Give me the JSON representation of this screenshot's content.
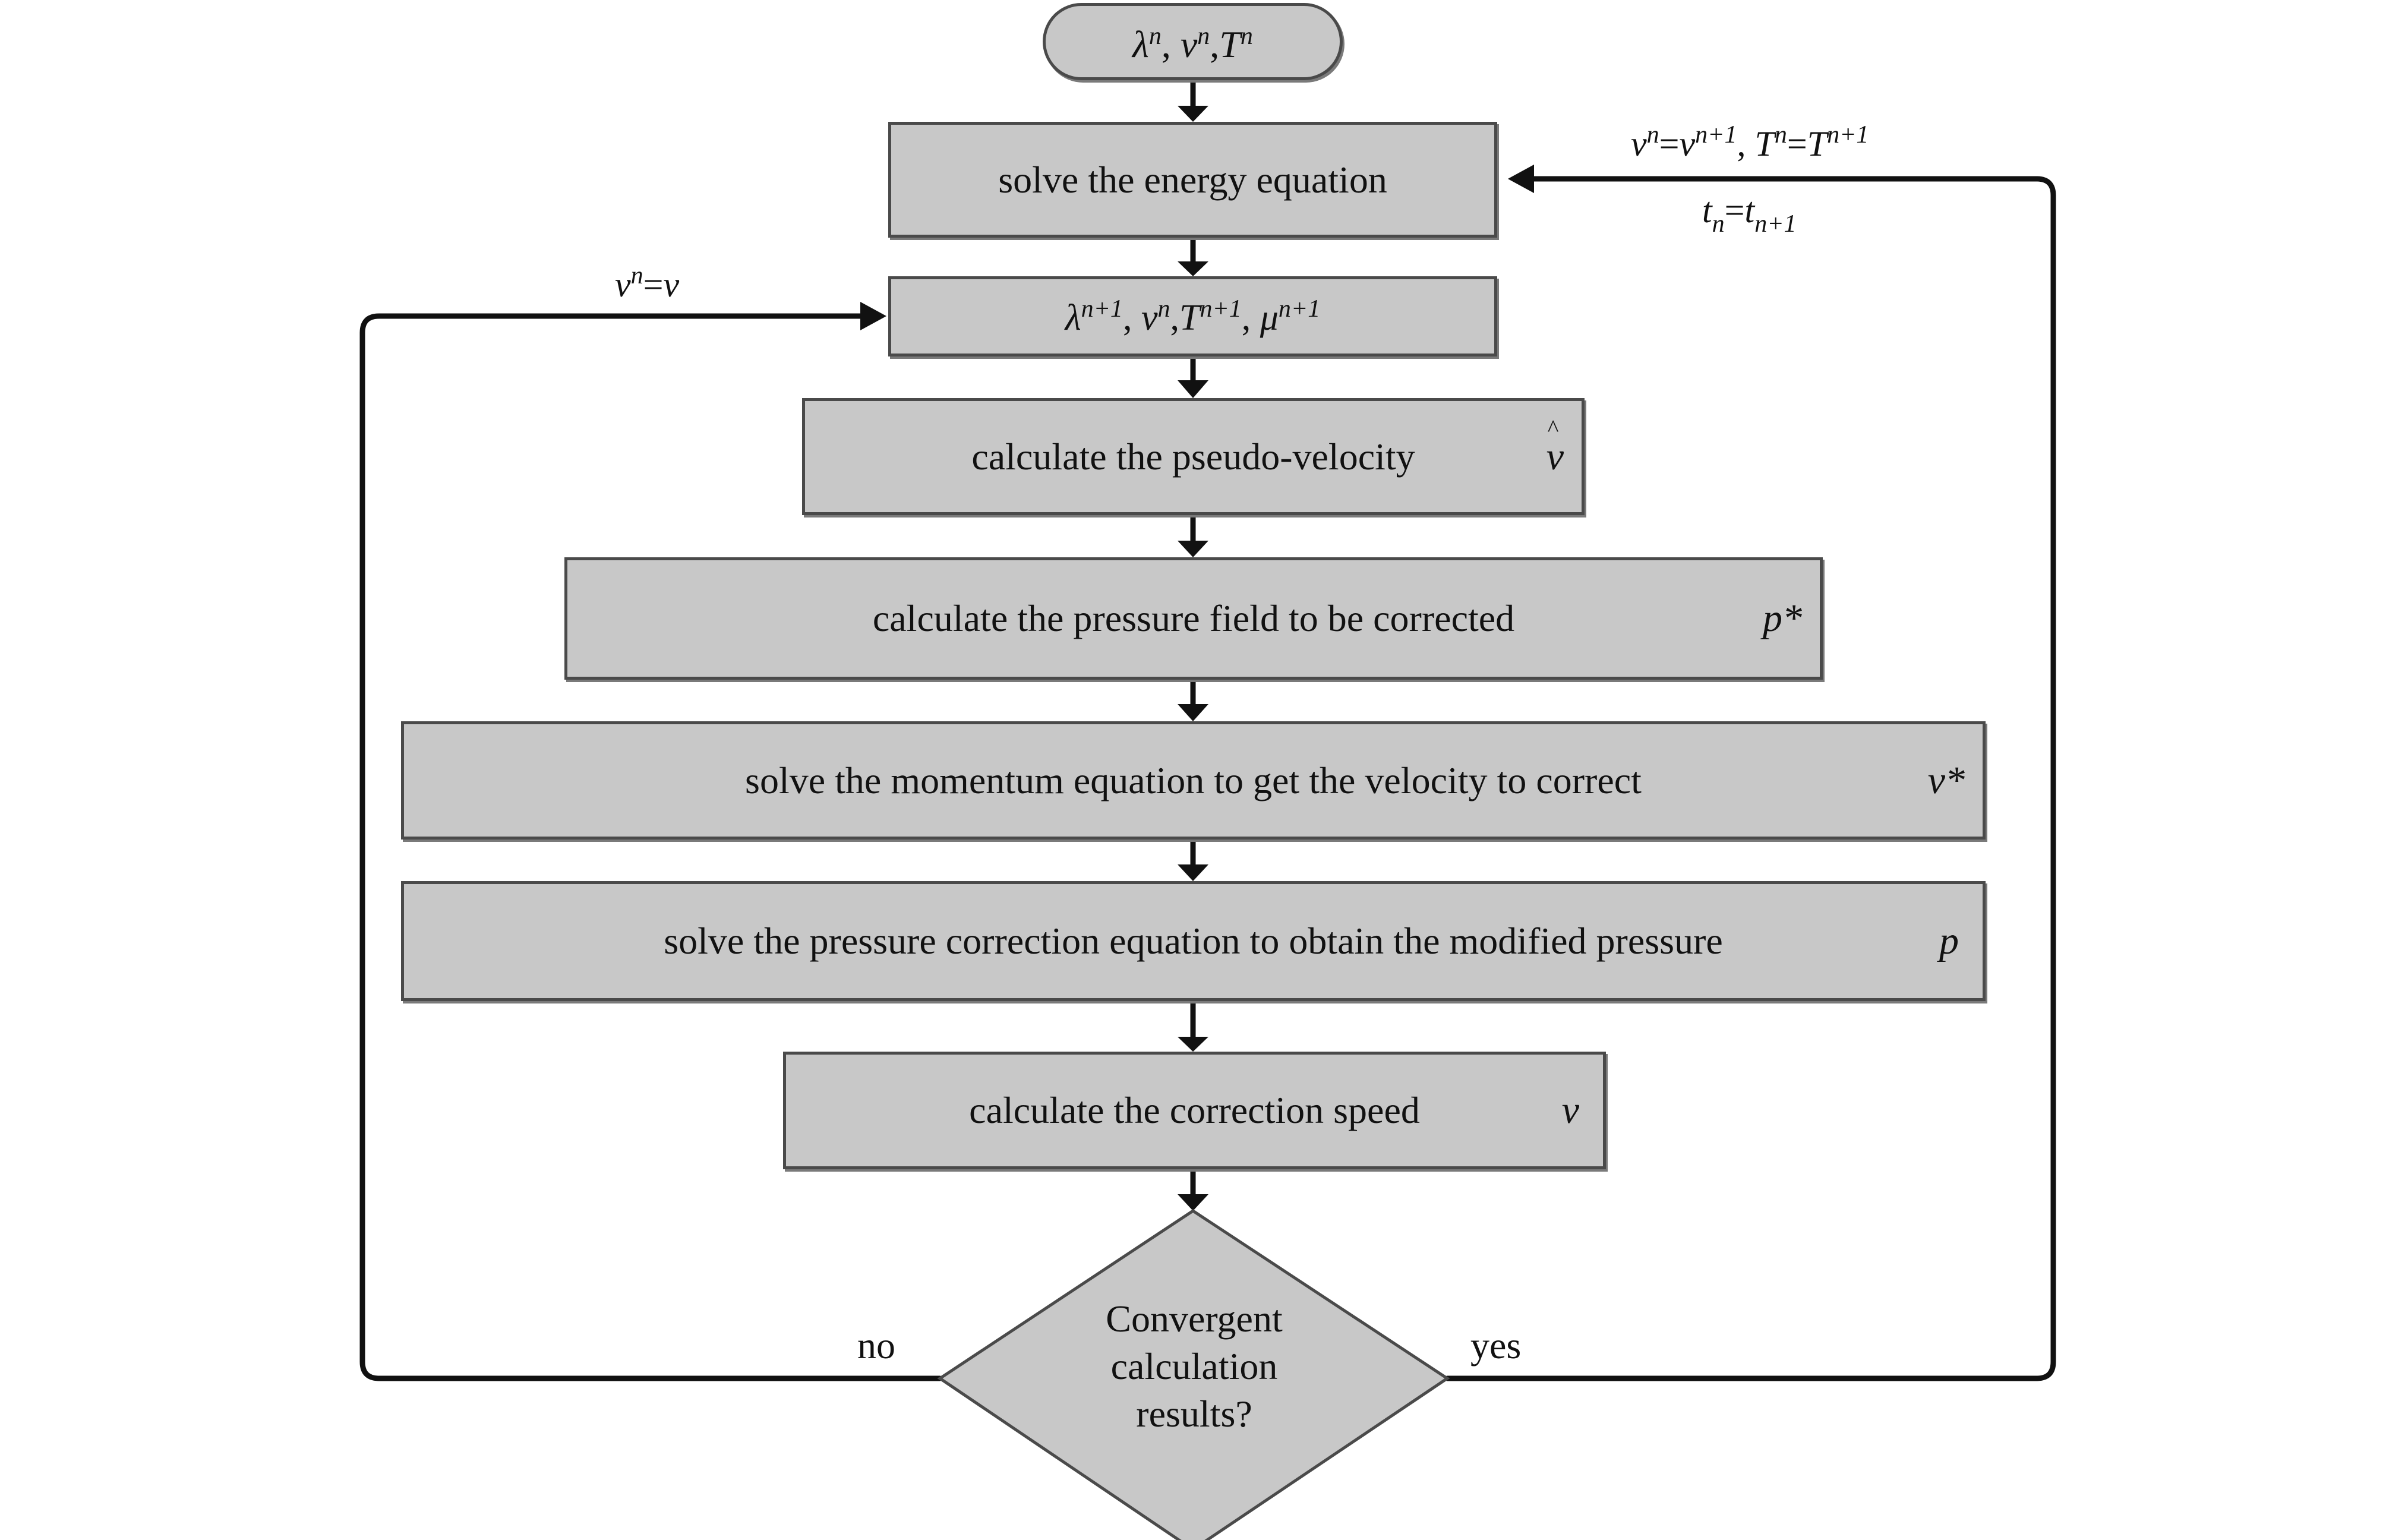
{
  "start": {
    "lambda": "λ",
    "n": "n",
    "comma": ", ",
    "v": "v",
    "sep": ",",
    "T": "T"
  },
  "steps": {
    "energy": "solve the energy equation",
    "pseudo_velocity": {
      "label": "calculate the pseudo-velocity",
      "var": "v"
    },
    "pressure_field": {
      "label": "calculate the pressure field to be corrected",
      "var": "p*"
    },
    "momentum": {
      "label": "solve the momentum equation to get the velocity to correct",
      "var": "v*"
    },
    "pressure_correction": {
      "label": "solve the pressure correction equation to obtain the modified pressure",
      "var": "p"
    },
    "correction_speed": {
      "label": "calculate the correction speed",
      "var": "v"
    }
  },
  "state": {
    "lambda": "λ",
    "np1": "n+1",
    "comma": ", ",
    "v": "v",
    "n": "n",
    "sep": ",",
    "T": "T",
    "mu": "μ"
  },
  "decision": {
    "line1": "Convergent",
    "line2": "calculation",
    "line3": "results?"
  },
  "branches": {
    "no": "no",
    "yes": "yes"
  },
  "feedback_yes": {
    "v": "v",
    "n": "n",
    "eq": "=",
    "np1": "n+1",
    "comma": ", ",
    "T": "T",
    "t": "t",
    "sub_np1": "n+1"
  },
  "feedback_no": {
    "v": "v",
    "n": "n",
    "eq": "="
  }
}
